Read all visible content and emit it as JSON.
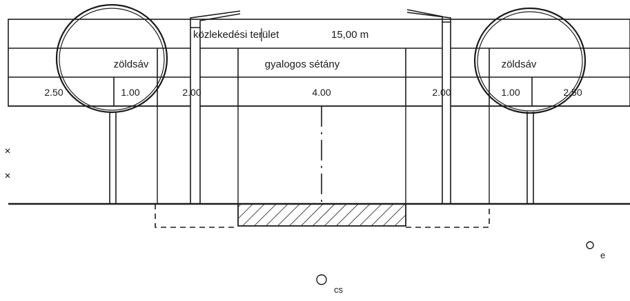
{
  "header": {
    "title": "közlekedési terület",
    "total_width": "15,00 m"
  },
  "zones": {
    "left_green": "zöldsáv",
    "promenade": "gyalogos sétány",
    "right_green": "zöldsáv"
  },
  "dimensions": [
    "2.50",
    "1.00",
    "2.00",
    "4.00",
    "2.00",
    "1.00",
    "2.50"
  ],
  "markers": {
    "e": "e",
    "cs": "cs"
  },
  "colors": {
    "line": "#1a1a1a",
    "background": "#ffffff"
  }
}
